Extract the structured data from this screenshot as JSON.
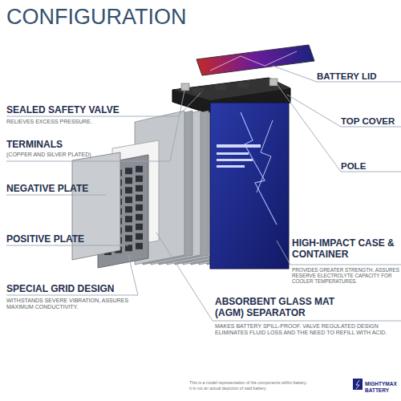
{
  "diagram": {
    "title": "CONFIGURATION",
    "labels": [
      "BATTERY LID",
      "SEALED SAFETY VALVE",
      "RELIEVES EXCESS PRESSURE.",
      "TOP COVER",
      "TERMINALS",
      "(COPPER AND SILVER PLATED)",
      "POLE",
      "NEGATIVE PLATE",
      "POSITIVE PLATE",
      "HIGH-IMPACT CASE & CONTAINER",
      "PROVIDES GREATER STRENGTH. ASSURES RESERVE ELECTROLYTE CAPACITY FOR COOLER TEMPERATURES.",
      "SPECIAL GRID DESIGN",
      "WITHSTANDS SEVERE VIBRATION, ASSURES MAXIMUM CONDUCTIVITY.",
      "ABSORBENT GLASS MAT (AGM) SEPARATOR",
      "MAKES BATTERY SPILL-PROOF. VALVE REGULATED DESIGN ELIMINATES FLUID LOSS AND THE NEED TO REFILL WITH ACID.",
      "This is a model representation of the components within battery.",
      "It is not an actual depiction of said battery.",
      "MIGHTYMAX",
      "BATTERY"
    ]
  }
}
